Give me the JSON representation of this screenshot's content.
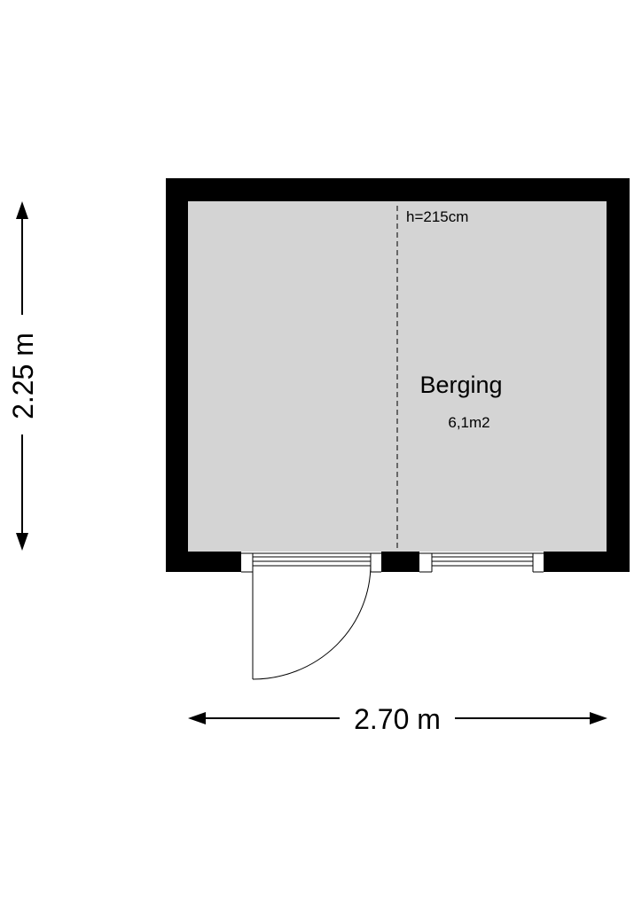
{
  "floorplan": {
    "room": {
      "name": "Berging",
      "area": "6,1m2",
      "ceiling_height": "h=215cm"
    },
    "dimensions": {
      "width": "2.70 m",
      "depth": "2.25 m"
    },
    "colors": {
      "wall": "#000000",
      "floor": "#d4d4d4",
      "background": "#ffffff",
      "line": "#000000"
    }
  }
}
